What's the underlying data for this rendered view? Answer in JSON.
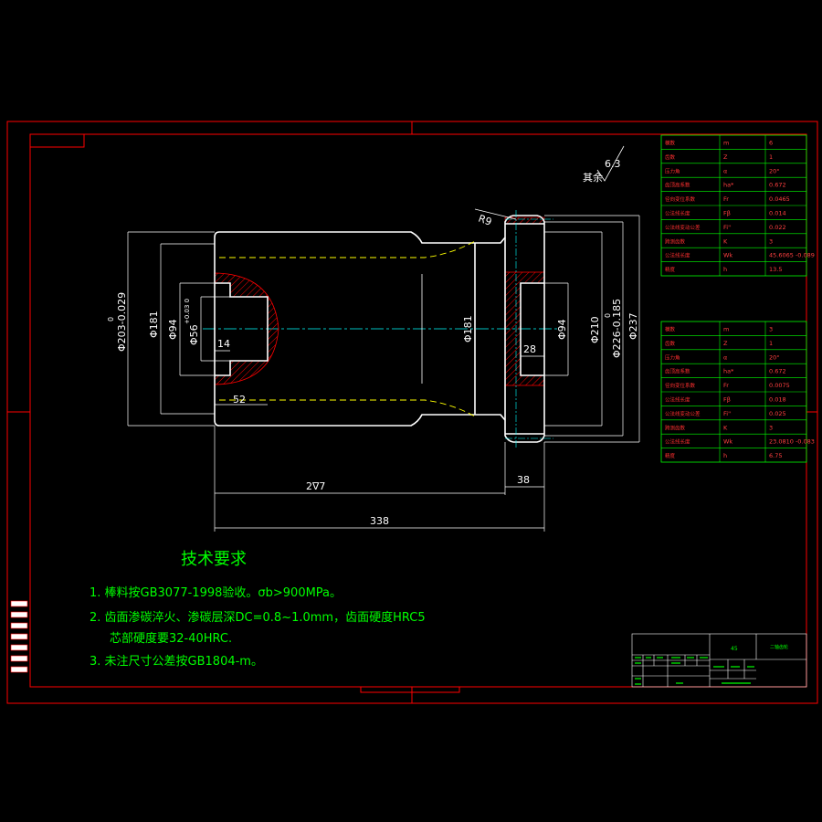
{
  "drawing": {
    "surface_mark": {
      "value": "6.3",
      "label": "其余"
    },
    "radius_label": "R9",
    "dimensions": {
      "d203": "Φ203-0.029",
      "d203_upper": "0",
      "d181_left": "Φ181",
      "d94_left": "Φ94",
      "d56": "Φ56",
      "d56_tol": "+0.03 0",
      "d14": "14",
      "d52": "52",
      "d181_right": "Φ181",
      "d94_right": "Φ94",
      "d28": "28",
      "d210": "Φ210",
      "d226": "Φ226-0.185",
      "d226_upper": "0",
      "d237": "Φ237",
      "len207": "2∇7",
      "len38": "38",
      "len338": "338"
    },
    "table1": {
      "rows": [
        [
          "模数",
          "m",
          "6"
        ],
        [
          "齿数",
          "Z",
          "1"
        ],
        [
          "压力角",
          "α",
          "20°"
        ],
        [
          "齿顶高系数",
          "ha*",
          "0.672"
        ],
        [
          "径向变位系数",
          "Fr",
          "0.0465"
        ],
        [
          "公法线长度",
          "Fβ",
          "0.014"
        ],
        [
          "公法线变动公差",
          "Fi''",
          "0.022"
        ],
        [
          "跨测齿数",
          "K",
          "3"
        ],
        [
          "公法线长度",
          "Wk",
          "45.6065 -0.089"
        ],
        [
          "精度",
          "h",
          "13.5"
        ]
      ]
    },
    "table2": {
      "rows": [
        [
          "模数",
          "m",
          "3"
        ],
        [
          "齿数",
          "Z",
          "1"
        ],
        [
          "压力角",
          "α",
          "20°"
        ],
        [
          "齿顶高系数",
          "ha*",
          "0.672"
        ],
        [
          "径向变位系数",
          "Fr",
          "0.0075"
        ],
        [
          "公法线长度",
          "Fβ",
          "0.018"
        ],
        [
          "公法线变动公差",
          "Fi''",
          "0.025"
        ],
        [
          "跨测齿数",
          "K",
          "3"
        ],
        [
          "公法线长度",
          "Wk",
          "23.0810 -0.083"
        ],
        [
          "精度",
          "h",
          "6.75"
        ]
      ]
    },
    "title_block": {
      "material": "45",
      "name": "二轴齿轮"
    }
  },
  "notes": {
    "title": "技术要求",
    "items": [
      "1. 棒料按GB3077-1998验收。σb>900MPa。",
      "2. 齿面渗碳淬火、渗碳层深DC=0.8~1.0mm，齿面硬度HRC5",
      "   芯部硬度要32-40HRC.",
      "3. 未注尺寸公差按GB1804-m。"
    ]
  },
  "colors": {
    "frame": "#ff0000",
    "geometry": "#ffffff",
    "dimension": "#ffffff",
    "hidden": "#ffff00",
    "center": "#00ffff",
    "hatch": "#ff0000",
    "text": "#00ff00"
  }
}
